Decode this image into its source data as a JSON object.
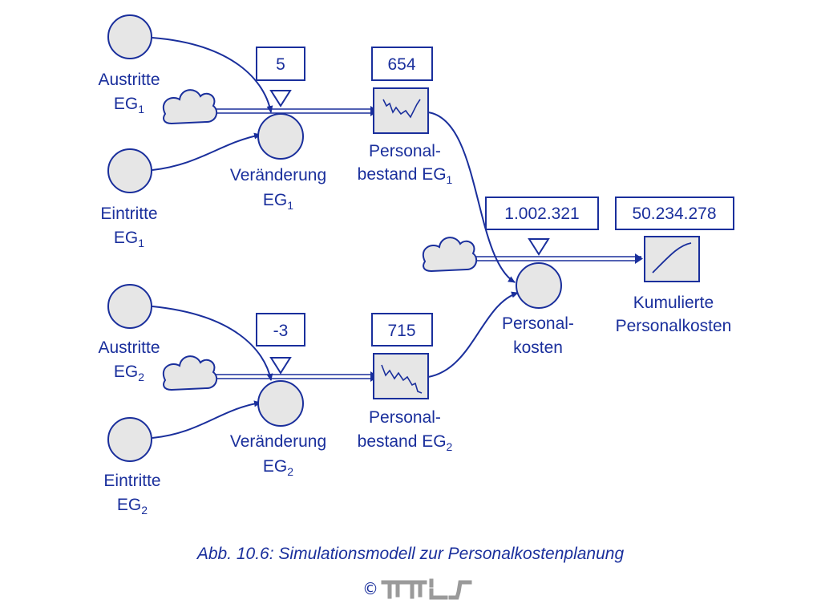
{
  "colors": {
    "primary": "#1a2f9c",
    "node_fill": "#e6e6e6",
    "box_fill": "#ffffff"
  },
  "values": {
    "veraenderung_eg1": "5",
    "bestand_eg1": "654",
    "veraenderung_eg2": "-3",
    "bestand_eg2": "715",
    "personalkosten": "1.002.321",
    "kumuliert": "50.234.278"
  },
  "labels": {
    "austritte": "Austritte",
    "eintritte": "Eintritte",
    "eg": "EG",
    "sub1": "1",
    "sub2": "2",
    "veraenderung": "Veränderung",
    "personal_hyphen": "Personal-",
    "bestand": "bestand EG",
    "kosten": "kosten",
    "kumulierte": "Kumulierte",
    "personalkosten": "Personalkosten"
  },
  "caption": "Abb. 10.6: Simulationsmodell zur Personalkostenplanung",
  "copyright": {
    "symbol": "©"
  },
  "icons": [
    "source-cloud-icon",
    "stock-graph-icon",
    "converter-circle-icon",
    "value-pointer-triangle-icon",
    "mi-logo-icon"
  ]
}
